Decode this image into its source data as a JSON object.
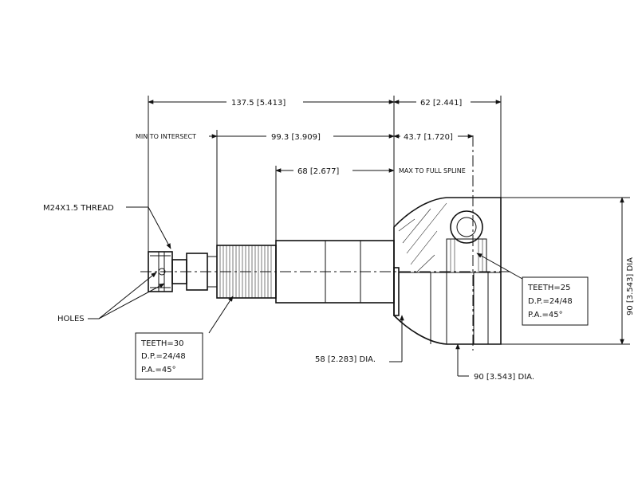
{
  "dimensions": {
    "overall_left": "137.5 [5.413]",
    "overall_right": "62 [2.441]",
    "min_to_intersect_label": "MIN TO INTERSECT",
    "min_to_intersect_value": "99.3 [3.909]",
    "right_inner": "43.7 [1.720]",
    "full_spline_value": "68 [2.677]",
    "full_spline_label": "MAX TO FULL SPLINE",
    "dia_58": "58 [2.283] DIA.",
    "dia_90_bottom": "90 [3.543] DIA.",
    "dia_90_side": "90 [3.543] DIA"
  },
  "callouts": {
    "thread": "M24X1.5 THREAD",
    "holes": "HOLES"
  },
  "spec_left": {
    "teeth": "TEETH=30",
    "dp": "D.P.=24/48",
    "pa": "P.A.=45°"
  },
  "spec_right": {
    "teeth": "TEETH=25",
    "dp": "D.P.=24/48",
    "pa": "P.A.=45°"
  }
}
